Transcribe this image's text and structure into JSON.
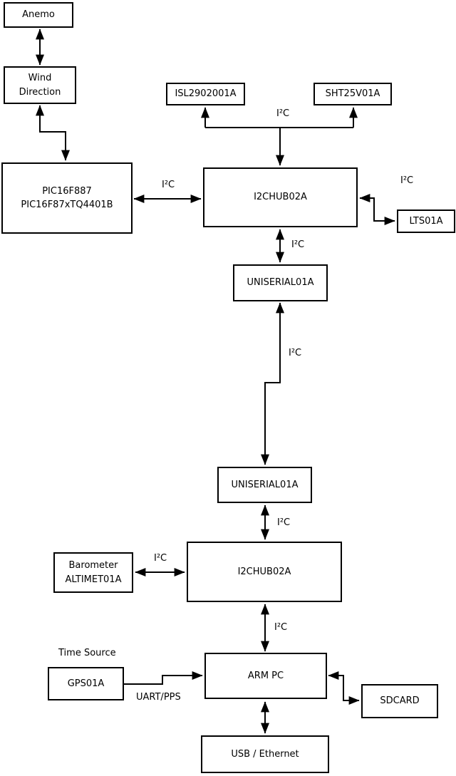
{
  "diagram": {
    "title_hint": "weather-station hardware block diagram",
    "colors": {
      "line": "#000000",
      "box_fill": "#ffffff",
      "background": "#ffffff"
    },
    "nodes": {
      "anemo": {
        "label": "Anemo"
      },
      "wind_direction": {
        "line1": "Wind",
        "line2": "Direction"
      },
      "pic": {
        "line1": "PIC16F887",
        "line2": "PIC16F87xTQ4401B"
      },
      "isl": {
        "label": "ISL2902001A"
      },
      "sht": {
        "label": "SHT25V01A"
      },
      "hub1": {
        "label": "I2CHUB02A"
      },
      "lts": {
        "label": "LTS01A"
      },
      "uni1": {
        "label": "UNISERIAL01A"
      },
      "uni2": {
        "label": "UNISERIAL01A"
      },
      "hub2": {
        "label": "I2CHUB02A"
      },
      "barometer": {
        "line1": "Barometer",
        "line2": "ALTIMET01A"
      },
      "gps": {
        "label": "GPS01A"
      },
      "arm_pc": {
        "label": "ARM PC"
      },
      "sdcard": {
        "label": "SDCARD"
      },
      "usb_ethernet": {
        "label": "USB / Ethernet"
      }
    },
    "edge_labels": {
      "i2c_pic_hub1": "I²C",
      "i2c_sensors": "I²C",
      "i2c_lts": "I²C",
      "i2c_hub1_uni1": "I²C",
      "i2c_uni1_uni2": "I²C",
      "i2c_uni2_hub2": "I²C",
      "i2c_barometer": "I²C",
      "i2c_hub2_arm": "I²C",
      "time_source": "Time Source",
      "uart_pps": "UART/PPS"
    }
  }
}
